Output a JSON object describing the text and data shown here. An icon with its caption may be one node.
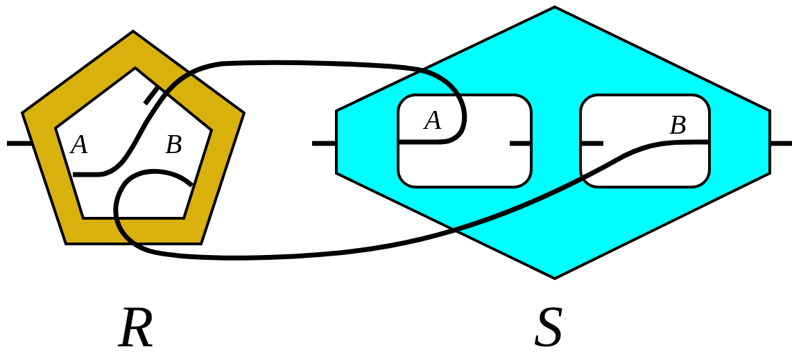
{
  "diagram": {
    "nodes": [
      {
        "text": [
          "R"
        ]
      },
      {
        "text": [
          "A",
          "B"
        ],
        "in": 0
      },
      {
        "text": [
          "S"
        ]
      },
      {
        "text": [
          "A"
        ],
        "in": 2
      },
      {
        "text": [
          "B"
        ],
        "in": 2
      }
    ],
    "edges": [
      {
        "from": 1,
        "to": 3,
        "arrow": "none"
      },
      {
        "from": 1,
        "to": 4,
        "arrow": "none"
      },
      {
        "from": null,
        "to": 0,
        "arrow": "none"
      },
      {
        "from": null,
        "to": 2,
        "arrow": "none"
      },
      {
        "from": 2,
        "to": null,
        "arrow": "none"
      },
      {
        "from": 3,
        "to": null,
        "arrow": "none"
      },
      {
        "from": null,
        "to": 4,
        "arrow": "none"
      }
    ]
  }
}
